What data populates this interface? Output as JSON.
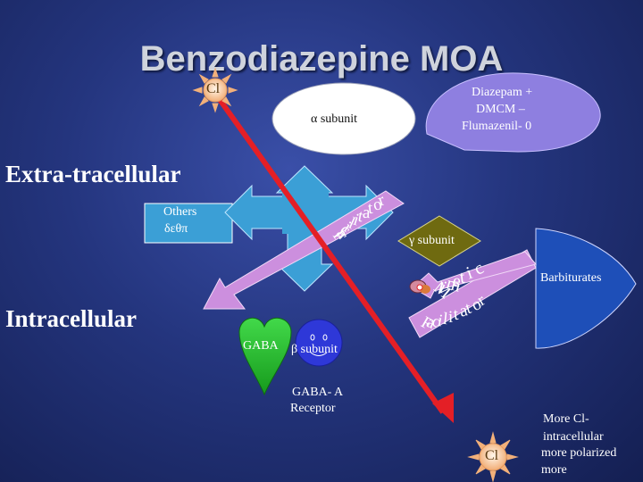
{
  "title": "Benzodiazepine MOA",
  "regions": {
    "extracellular": "Extra-tracellular",
    "intracellular": "Intracellular"
  },
  "ions": {
    "top": "Cl",
    "bottom": "Cl"
  },
  "subunits": {
    "alpha": "α subunit",
    "gamma": "γ subunit",
    "beta": "β subunit",
    "others_line1": "Others",
    "others_line2": "δεθπ"
  },
  "ligands": {
    "drug_line1": "Diazepam +",
    "drug_line2": "DMCM –",
    "drug_line3": "Flumazenil- 0",
    "gaba": "GABA",
    "barbiturates": "Barbiturates"
  },
  "receptor": {
    "line1": "GABA- A",
    "line2": "Receptor"
  },
  "arrows": {
    "facilitator_upper": "Facilitator",
    "mimetic": "Mimetic",
    "facilitator_lower": "Facilitator"
  },
  "effect": {
    "line1": "More Cl-",
    "line2": "intracellular",
    "line3": "more polarized",
    "line4": "more"
  },
  "colors": {
    "background": "#24357e",
    "red_arrow": "#e41f26",
    "light_arrow": "#cc8fde",
    "cross": "#3b9fd6",
    "drug_oval": "#8e7fe0",
    "gamma_diamond": "#6f6a10",
    "gaba_heart": "#24c22a",
    "beta_circle": "#2e38d8",
    "barbiturate_shape": "#1e4fb8",
    "sun": "#f2b07a"
  }
}
